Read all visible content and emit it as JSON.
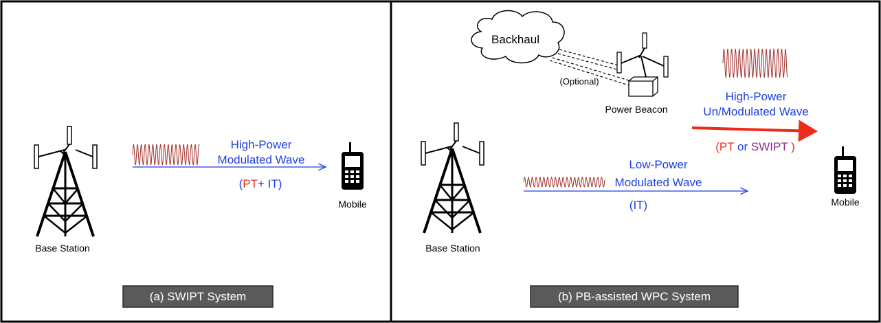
{
  "panel_a": {
    "caption": "(a) SWIPT  System",
    "base_station_label": "Base Station",
    "mobile_label": "Mobile",
    "wave_line1": "High-Power",
    "wave_line2": "Modulated Wave",
    "mode_open": "(",
    "mode_pt": "PT",
    "mode_rest": "+ IT)"
  },
  "panel_b": {
    "caption": "(b) PB-assisted WPC System",
    "base_station_label": "Base Station",
    "mobile_label": "Mobile",
    "backhaul_label": "Backhaul",
    "optional_label": "(Optional)",
    "power_beacon_label": "Power Beacon",
    "hp_line1": "High-Power",
    "hp_line2": "Un/Modulated Wave",
    "hp_open": "(",
    "hp_pt": "PT",
    "hp_or": " or ",
    "hp_swipt": "SWIPT",
    "hp_close": " )",
    "lp_line1": "Low-Power",
    "lp_line2": "Modulated Wave",
    "lp_mode": "(IT)"
  },
  "colors": {
    "blue": "#1f3fe0",
    "red": "#ee2a1b",
    "purple": "#8a2a8f",
    "wave": "#a0302c",
    "caption_bg": "#5a5a5a"
  }
}
